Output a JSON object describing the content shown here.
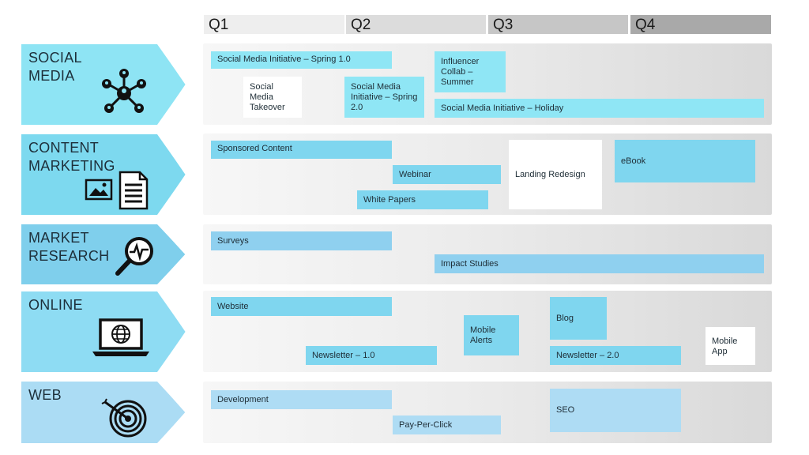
{
  "quarters": [
    "Q1",
    "Q2",
    "Q3",
    "Q4"
  ],
  "categories": [
    {
      "label": "SOCIAL\nMEDIA",
      "icon": "network-icon",
      "color": "#8ee4f4"
    },
    {
      "label": "CONTENT\nMARKETING",
      "icon": "document-icon",
      "color": "#7dd9ef"
    },
    {
      "label": "MARKET\nRESEARCH",
      "icon": "magnifier-icon",
      "color": "#7fcfec"
    },
    {
      "label": "ONLINE",
      "icon": "laptop-globe-icon",
      "color": "#8edcf3"
    },
    {
      "label": "WEB",
      "icon": "target-icon",
      "color": "#abdcf4"
    }
  ],
  "tasks": {
    "social": [
      "Social Media Initiative – Spring 1.0",
      "Social Media Takeover",
      "Social Media Initiative – Spring 2.0",
      "Influencer Collab – Summer",
      "Social Media Initiative – Holiday"
    ],
    "content": [
      "Sponsored Content",
      "Webinar",
      "White Papers",
      "Landing Redesign",
      "eBook"
    ],
    "research": [
      "Surveys",
      "Impact Studies"
    ],
    "online": [
      "Website",
      "Newsletter – 1.0",
      "Mobile Alerts",
      "Blog",
      "Newsletter – 2.0",
      "Mobile App"
    ],
    "web": [
      "Development",
      "Pay-Per-Click",
      "SEO"
    ]
  }
}
